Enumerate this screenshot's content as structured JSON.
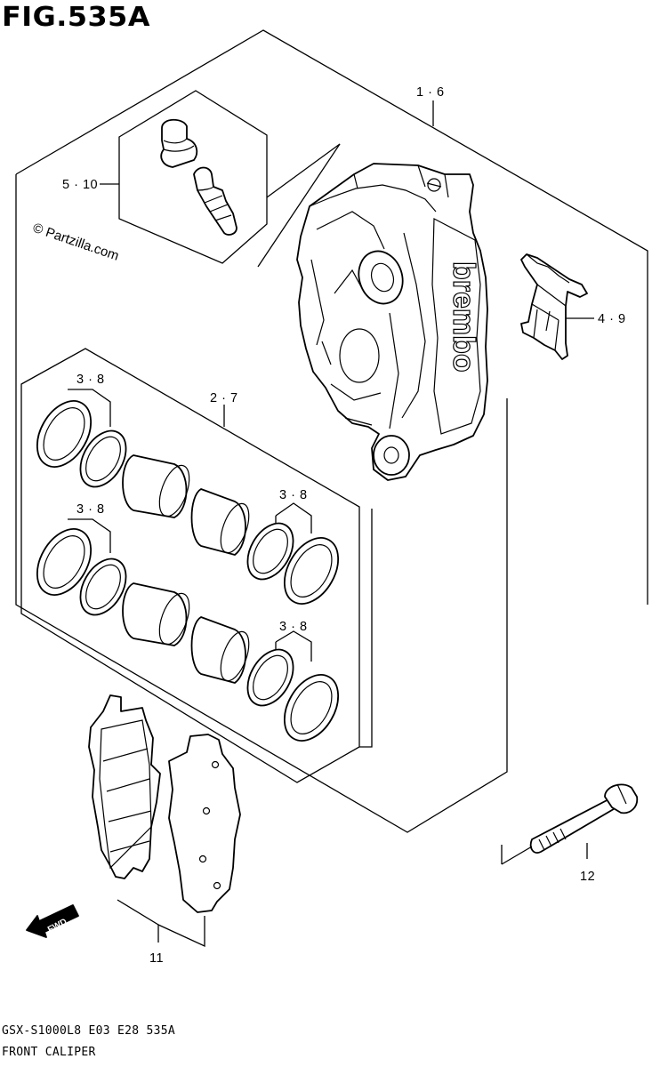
{
  "figure": {
    "title": "FIG.535A",
    "watermark": "© Partzilla.com",
    "caliper_brand": "brembo"
  },
  "callouts": [
    {
      "id": "caliper",
      "label": "1 · 6"
    },
    {
      "id": "bleeder",
      "label": "5 · 10"
    },
    {
      "id": "pad-spring",
      "label": "4 · 9"
    },
    {
      "id": "piston-set",
      "label": "2 · 7"
    },
    {
      "id": "seal-upper-left",
      "label": "3 · 8"
    },
    {
      "id": "seal-upper-right",
      "label": "3 · 8"
    },
    {
      "id": "seal-lower-left",
      "label": "3 · 8"
    },
    {
      "id": "seal-lower-right",
      "label": "3 · 8"
    },
    {
      "id": "bolt",
      "label": "12"
    },
    {
      "id": "brake-pads",
      "label": "11"
    }
  ],
  "direction_indicator": "FWD",
  "footer": {
    "model_code": "GSX-S1000L8  E03  E28  535A",
    "caption": "FRONT CALIPER"
  }
}
